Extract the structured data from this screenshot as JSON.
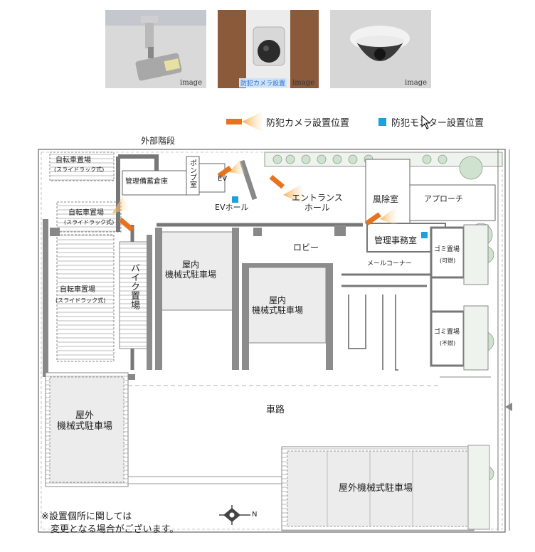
{
  "photos": [
    {
      "name": "bullet-camera-photo",
      "tag": "image"
    },
    {
      "name": "dome-camera-photo-1",
      "tag": "image",
      "overlay": "防犯カメラ設置"
    },
    {
      "name": "dome-camera-photo-2",
      "tag": "image"
    }
  ],
  "legend": {
    "camera_label": "防犯カメラ設置位置",
    "monitor_label": "防犯モニター設置位置",
    "camera_color": "#e8731e",
    "monitor_color": "#1ea0e0"
  },
  "plan": {
    "outer_stairs": "外部階段",
    "bicycle_top": "自転車置場",
    "slide_rack_top": "(スライドラック式)",
    "management_storage": "管理備蓄倉庫",
    "pump_room": "ポンプ室",
    "ev": "EV",
    "ev_hall": "EVホール",
    "entrance_hall": "エントランス\nホール",
    "windbreak_room": "風除室",
    "approach": "アプローチ",
    "bicycle_mid": "自転車置場",
    "slide_rack_mid": "(スライドラック式)",
    "lobby": "ロビー",
    "management_office": "管理事務室",
    "garbage_burnable": "ゴミ置場",
    "garbage_burnable_sub": "(可燃)",
    "mail_corner": "メールコーナー",
    "indoor_parking_1": "屋内\n機械式駐車場",
    "indoor_parking_2": "屋内\n機械式駐車場",
    "bike_parking": "バイク置場",
    "bicycle_left": "自転車置場",
    "slide_rack_left": "(スライドラック式)",
    "garbage_nonburnable": "ゴミ置場",
    "garbage_nonburnable_sub": "(不燃)",
    "outdoor_parking_left": "屋外\n機械式駐車場",
    "driveway": "車路",
    "outdoor_parking_bottom": "屋外機械式駐車場",
    "compass_letter": "N"
  },
  "note": {
    "line1": "※設置個所に関しては",
    "line2": "　変更となる場合がございます。"
  }
}
